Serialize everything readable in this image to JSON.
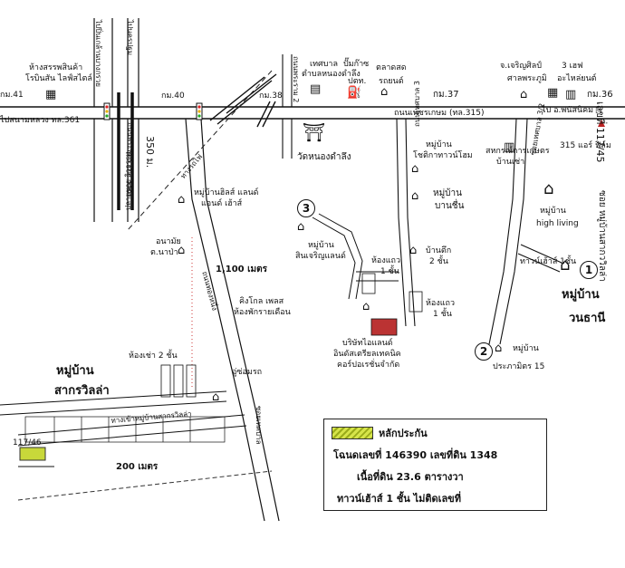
{
  "labels": {
    "right_side_number": "เลขที่ 117/45",
    "right_side_soi": "ซอย หมู่บ้านสากววิลล่า",
    "dept_store": "ห้างสรรพสินค้า",
    "robinson": "โรบินสัน ไลฟ์สไตล์",
    "km41": "กม.41",
    "to_pinklao": "ไปปิ่นเกล้านบางกรวย",
    "to_nakhon_pathom": "ไปนครปฐม",
    "to_sanam_luang": "ไปสนามหลวง ทล.361",
    "km40": "กม.40",
    "railway_v": "ถนนพระพุทธ (ทล.338)",
    "rama2": "ถนนพระราม 2",
    "km38": "กม.38",
    "municipal": "เทศบาล",
    "tambon_nong": "ตำบลหนองดำลึง",
    "gas_station": "ปั๊มก๊าซ",
    "ptt": "ปตท.",
    "market": "ตลาดสด",
    "market2": "รถยนต์",
    "km37": "กม.37",
    "phetkasem": "ถนนเพชรเกษม (ทล.315)",
    "km36": "กม.36",
    "school": "จ.เจริญศิลป์",
    "school2": "ศาลพระภูมิ",
    "garage": "3 เฮฟ",
    "garage2": "อะไหล่ยนต์",
    "to_phanom": "ไป อ.พนัสนิคม ▷",
    "soi_vert_left": "ปลายซอย วิวธรรม",
    "dist_350": "350 ม.",
    "railway_label": "ทางรถไฟ",
    "wat": "วัดหนองดำลึง",
    "village_hill": "หมู่บ้านฮิลส์ แลนด์",
    "village_hill2": "แอนด์ เฮ้าส์",
    "anamai": "อนามัย",
    "anamai2": "ต.นาป่า",
    "dist_1100": "1,100 เมตร",
    "kinghouse": "คิงโกล เพลส",
    "kinghouse2": "ห้องพักรายเดือน",
    "soi_vert_mid": "ถนนทองหนึ่ง",
    "soi_vert_t3": "ถนนเทศบาล 3",
    "circle3": "3",
    "village_sin": "หมู่บ้าน",
    "village_sin2": "สินเจริญแลนด์",
    "village_chon": "หมู่บ้าน",
    "village_chon2": "บานชื่น",
    "village_top_chon": "หมู่บ้าน",
    "village_top_chon2": "โชติกาทาวน์โฮม",
    "row_house1": "ห้องแถว",
    "row_house1b": "1 ชั้น",
    "building2": "บ้านตึก",
    "building2b": "2 ชั้น",
    "row_house2": "ห้องแถว",
    "row_house2b": "1 ชั้น",
    "factory": "บริษัทไอแลนด์",
    "factory2": "อินดัสเตรียลเทคนิค",
    "factory3": "คอร์ปอเรชั่นจำกัด",
    "fire_315": "315 แอร์ ฟิล์ม",
    "tambon_office": "สหกรณ์การเกษตร",
    "tambon_office2": "บ้านเช่า",
    "soi_vert_right": "ซอยเทศบาล 3/2",
    "village_high": "หมู่บ้าน",
    "village_high2": "high living",
    "circle1": "1",
    "village_wan": "หมู่บ้าน",
    "village_wan2": "วนธานี",
    "townhouse_note": "ทาวน์เฮ้าส์ 1ชั้น",
    "circle2": "2",
    "village_pra": "หมู่บ้าน",
    "village_pra2": "ประภามิตร 15",
    "village_sakol": "หมู่บ้าน",
    "village_sakol2": "สากรวิลล่า",
    "rent_house": "ห้องเช่า 2 ชั้น",
    "garage_repair": "อู่ซ่อมรถ",
    "soi_village": "ทางเข้าหมู่บ้านสากรวิลล่า",
    "soi_vert_sakol": "ซอยเทศบาล",
    "lot_117": "117/46",
    "dist_200": "200 เมตร"
  },
  "legend": {
    "title": "หลักประกัน",
    "line1": "โฉนดเลขที่ 146390 เลขที่ดิน 1348",
    "line2": "เนื้อที่ดิน 23.6 ตารางวา",
    "line3": "ทาวน์เฮ้าส์ 1 ชั้น ไม่ติดเลขที่",
    "swatch_color": "#c8d83a"
  }
}
